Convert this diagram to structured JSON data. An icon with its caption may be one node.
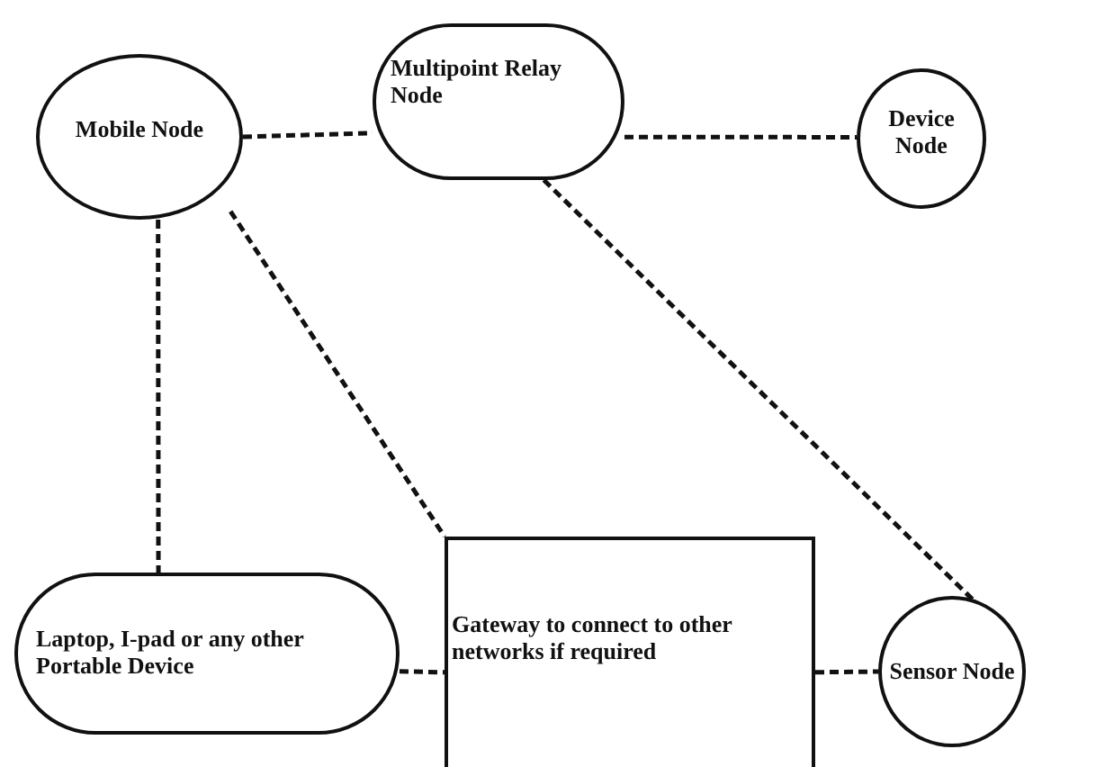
{
  "diagram": {
    "nodes": [
      {
        "text": [
          "Mobile Node"
        ]
      },
      {
        "text": [
          "Multipoint Relay Node"
        ]
      },
      {
        "text": [
          "Device Node"
        ]
      },
      {
        "text": [
          "Laptop, I-pad or any other Portable Device"
        ]
      },
      {
        "text": [
          "Gateway to connect to other networks if required"
        ]
      },
      {
        "text": [
          "Sensor Node"
        ]
      }
    ],
    "edges": [
      {
        "from": 0,
        "to": 1,
        "arrow": "none",
        "style": "dashed"
      },
      {
        "from": 1,
        "to": 2,
        "arrow": "none",
        "style": "dashed"
      },
      {
        "from": 0,
        "to": 3,
        "arrow": "none",
        "style": "dashed"
      },
      {
        "from": 0,
        "to": 4,
        "arrow": "none",
        "style": "dashed"
      },
      {
        "from": 1,
        "to": 5,
        "arrow": "none",
        "style": "dashed"
      },
      {
        "from": 3,
        "to": 4,
        "arrow": "none",
        "style": "dashed"
      },
      {
        "from": 4,
        "to": 5,
        "arrow": "none",
        "style": "dashed"
      }
    ]
  }
}
